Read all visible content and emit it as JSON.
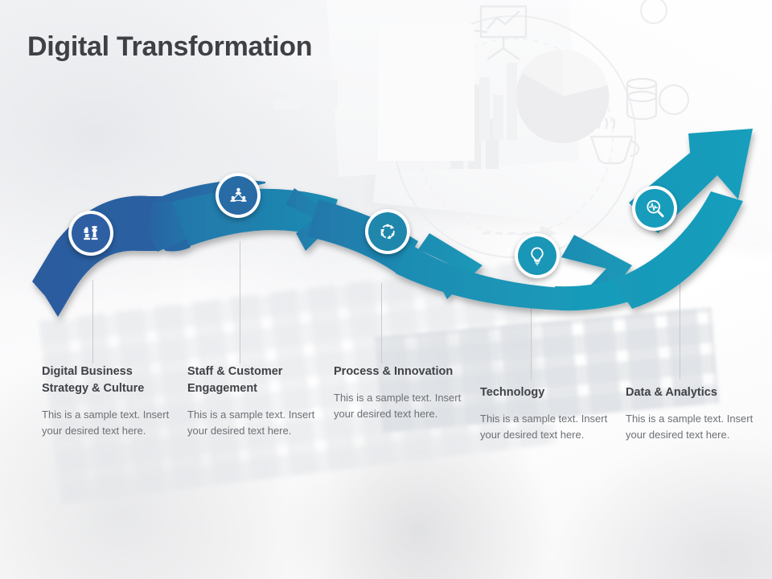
{
  "slide": {
    "title": "Digital Transformation",
    "background_description": "faded office desk photo with light gray business chart watermarks",
    "colors": {
      "title": "#3e4045",
      "step_title": "#3f4246",
      "step_desc": "#6d7075",
      "ribbon_start": "#2b5b9e",
      "ribbon_end": "#1b9cb9",
      "connector": "#c7cacd"
    }
  },
  "steps": [
    {
      "index": 1,
      "title": "Digital Business Strategy & Culture",
      "desc": "This is a sample text. Insert your desired text here.",
      "icon": "chess-pieces-icon",
      "icon_color": "#2f5fa3"
    },
    {
      "index": 2,
      "title": "Staff & Customer Engagement",
      "desc": "This is a sample text. Insert your desired text here.",
      "icon": "team-network-icon",
      "icon_color": "#286ba5"
    },
    {
      "index": 3,
      "title": "Process & Innovation",
      "desc": "This is a sample text. Insert your desired text here.",
      "icon": "process-cycle-icon",
      "icon_color": "#1f87ab"
    },
    {
      "index": 4,
      "title": "Technology",
      "desc": "This is a sample text. Insert your desired text here.",
      "icon": "lightbulb-icon",
      "icon_color": "#1a96b6"
    },
    {
      "index": 5,
      "title": "Data & Analytics",
      "desc": "This is a sample text. Insert your desired text here.",
      "icon": "analytics-magnifier-icon",
      "icon_color": "#189cbb"
    }
  ]
}
